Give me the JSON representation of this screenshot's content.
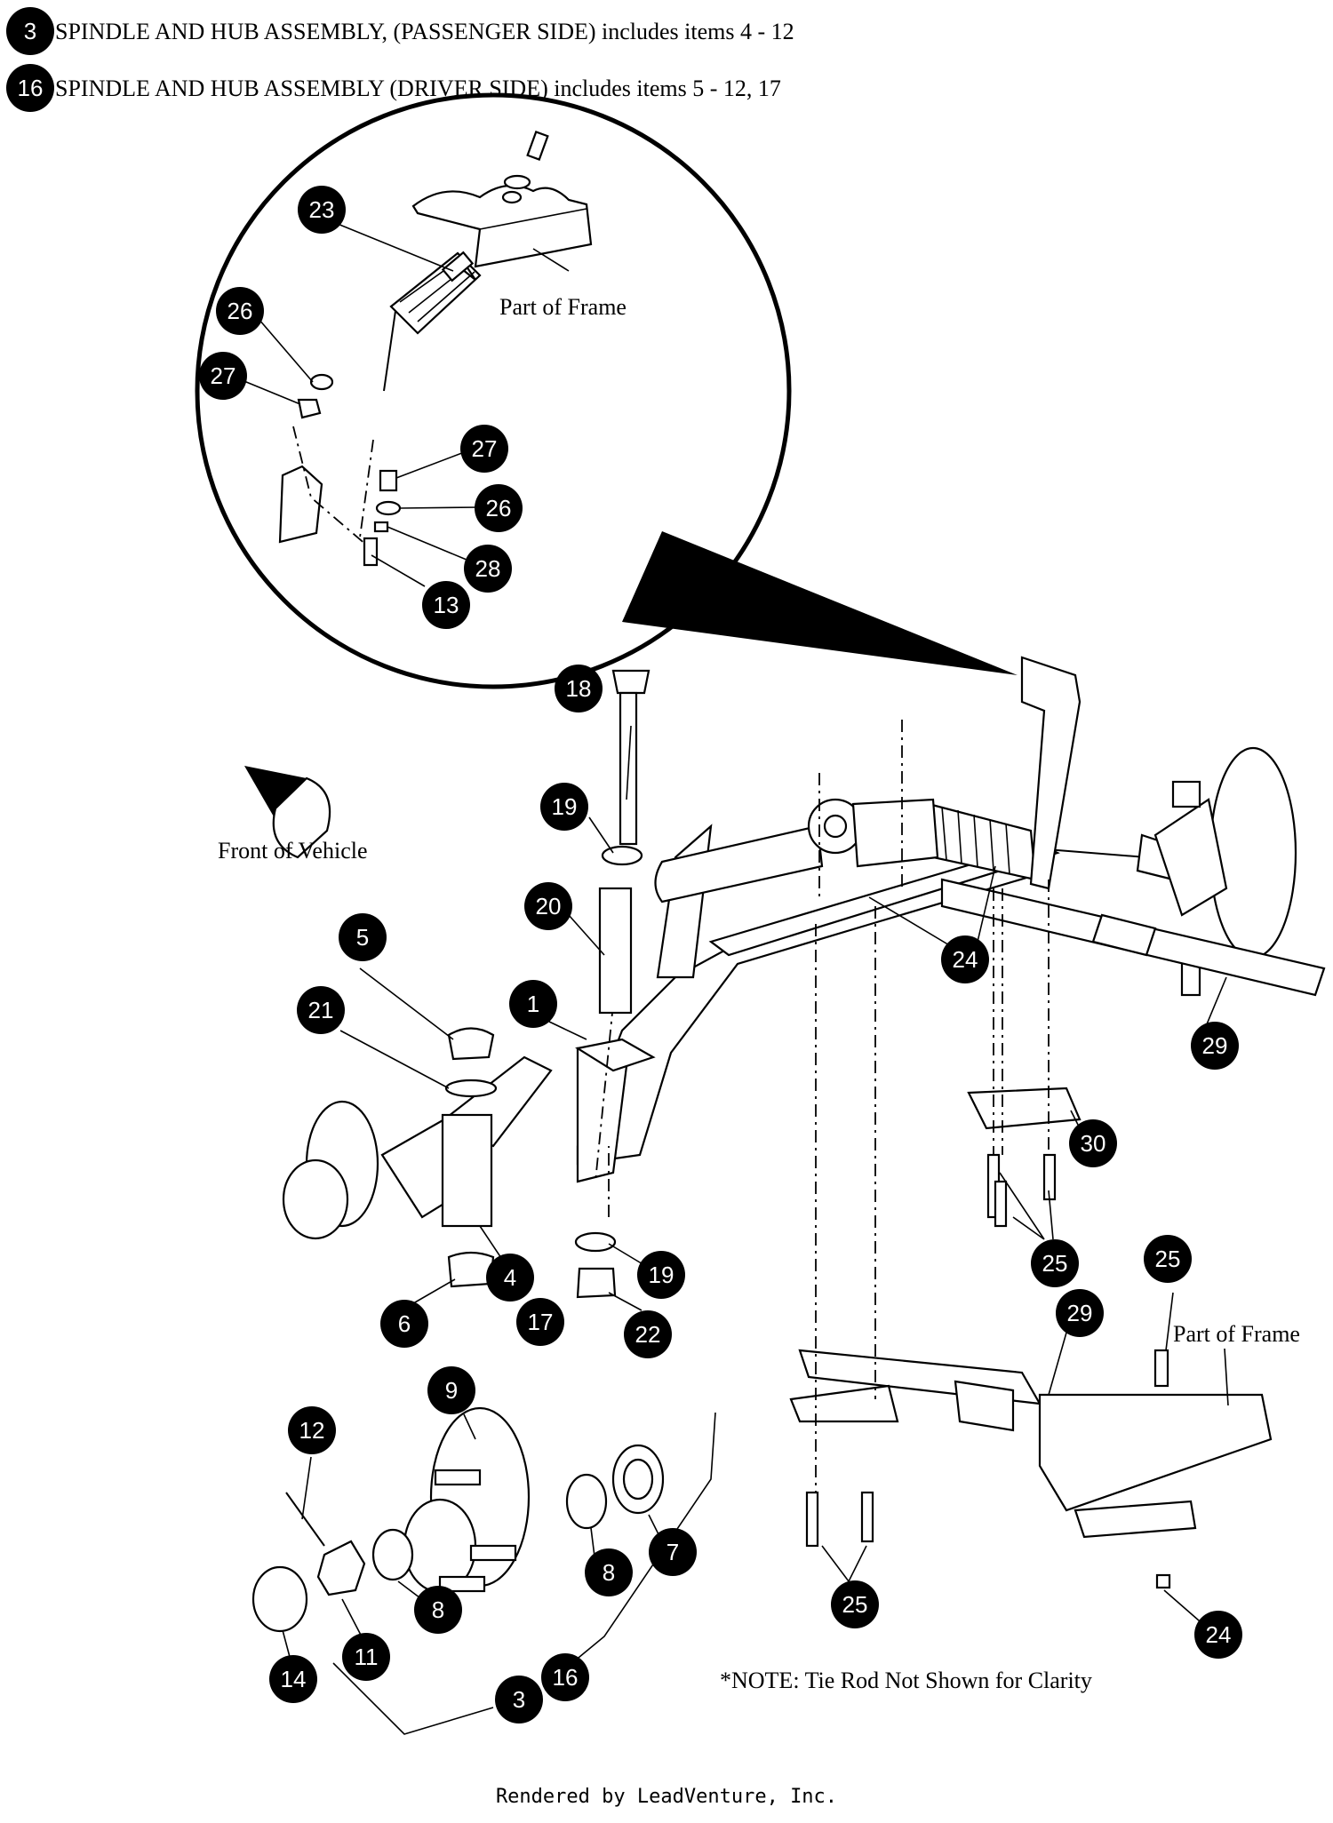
{
  "header": {
    "line1": {
      "callout": "3",
      "text": "SPINDLE AND HUB ASSEMBLY, (PASSENGER SIDE) includes items 4 - 12"
    },
    "line2": {
      "callout": "16",
      "text": "SPINDLE AND HUB ASSEMBLY (DRIVER SIDE) includes items 5 - 12, 17"
    }
  },
  "labels": {
    "part_of_frame_inset": "Part of Frame",
    "front_of_vehicle": "Front of Vehicle",
    "part_of_frame_lower": "Part of Frame",
    "note": "*NOTE: Tie Rod Not Shown for Clarity"
  },
  "callouts": [
    "23",
    "26",
    "27",
    "27",
    "26",
    "28",
    "13",
    "18",
    "19",
    "20",
    "1",
    "5",
    "21",
    "4",
    "6",
    "17",
    "19",
    "22",
    "24",
    "29",
    "30",
    "25",
    "25",
    "29",
    "9",
    "12",
    "8",
    "7",
    "11",
    "8",
    "14",
    "3",
    "16",
    "25",
    "24"
  ],
  "footer": {
    "text": "Rendered by LeadVenture, Inc."
  }
}
